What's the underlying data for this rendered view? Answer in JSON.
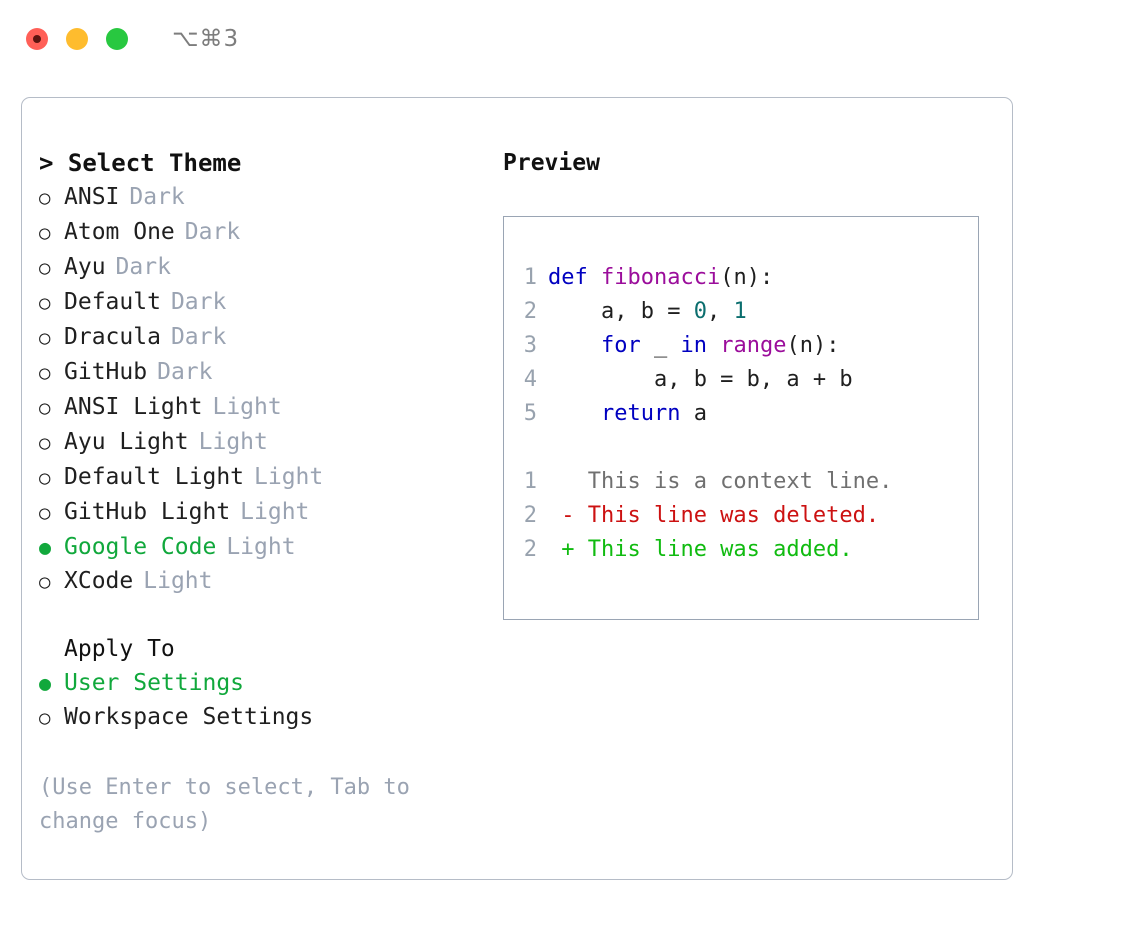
{
  "window": {
    "title": "⌥⌘3",
    "traffic_lights": [
      "close",
      "minimize",
      "maximize"
    ]
  },
  "left": {
    "header": "> Select Theme",
    "themes": [
      {
        "marker": "○",
        "label": "ANSI",
        "suffix": "Dark",
        "selected": false
      },
      {
        "marker": "○",
        "label": "Atom One",
        "suffix": "Dark",
        "selected": false
      },
      {
        "marker": "○",
        "label": "Ayu",
        "suffix": "Dark",
        "selected": false
      },
      {
        "marker": "○",
        "label": "Default",
        "suffix": "Dark",
        "selected": false
      },
      {
        "marker": "○",
        "label": "Dracula",
        "suffix": "Dark",
        "selected": false
      },
      {
        "marker": "○",
        "label": "GitHub",
        "suffix": "Dark",
        "selected": false
      },
      {
        "marker": "○",
        "label": "ANSI Light",
        "suffix": "Light",
        "selected": false
      },
      {
        "marker": "○",
        "label": "Ayu Light",
        "suffix": "Light",
        "selected": false
      },
      {
        "marker": "○",
        "label": "Default Light",
        "suffix": "Light",
        "selected": false
      },
      {
        "marker": "○",
        "label": "GitHub Light",
        "suffix": "Light",
        "selected": false
      },
      {
        "marker": "●",
        "label": "Google Code",
        "suffix": "Light",
        "selected": true
      },
      {
        "marker": "○",
        "label": "XCode",
        "suffix": "Light",
        "selected": false
      }
    ],
    "apply_to": {
      "header": "Apply To",
      "options": [
        {
          "marker": "●",
          "label": "User Settings",
          "selected": true
        },
        {
          "marker": "○",
          "label": "Workspace Settings",
          "selected": false
        }
      ]
    },
    "hint": "(Use Enter to select, Tab to change focus)"
  },
  "right": {
    "title": "Preview",
    "code_lines": [
      {
        "num": "1",
        "tokens": [
          {
            "t": "def ",
            "c": "kw"
          },
          {
            "t": "fibonacci",
            "c": "fn"
          },
          {
            "t": "(n):",
            "c": "plain"
          }
        ]
      },
      {
        "num": "2",
        "tokens": [
          {
            "t": "    a, b = ",
            "c": "plain"
          },
          {
            "t": "0",
            "c": "num"
          },
          {
            "t": ", ",
            "c": "plain"
          },
          {
            "t": "1",
            "c": "num"
          }
        ]
      },
      {
        "num": "3",
        "tokens": [
          {
            "t": "    ",
            "c": "plain"
          },
          {
            "t": "for",
            "c": "kw"
          },
          {
            "t": " _ ",
            "c": "plain"
          },
          {
            "t": "in",
            "c": "kw"
          },
          {
            "t": " ",
            "c": "plain"
          },
          {
            "t": "range",
            "c": "fn"
          },
          {
            "t": "(n):",
            "c": "plain"
          }
        ]
      },
      {
        "num": "4",
        "tokens": [
          {
            "t": "        a, b = b, a + b",
            "c": "plain"
          }
        ]
      },
      {
        "num": "5",
        "tokens": [
          {
            "t": "    ",
            "c": "plain"
          },
          {
            "t": "return",
            "c": "kw"
          },
          {
            "t": " a",
            "c": "plain"
          }
        ]
      }
    ],
    "diff_lines": [
      {
        "num": "1",
        "tokens": [
          {
            "t": "   This is a context line.",
            "c": "context"
          }
        ]
      },
      {
        "num": "2",
        "tokens": [
          {
            "t": " - This line was deleted.",
            "c": "del"
          }
        ]
      },
      {
        "num": "2",
        "tokens": [
          {
            "t": " + This line was added.",
            "c": "add"
          }
        ]
      }
    ]
  },
  "colors": {
    "selected_green": "#11a83c",
    "muted": "#9aa3b2",
    "keyword": "#0000c0",
    "function": "#9b0d9b",
    "number": "#0b6e6e",
    "diff_deleted": "#cc1111",
    "diff_added": "#10bb10",
    "border": "#9aa5b4"
  }
}
